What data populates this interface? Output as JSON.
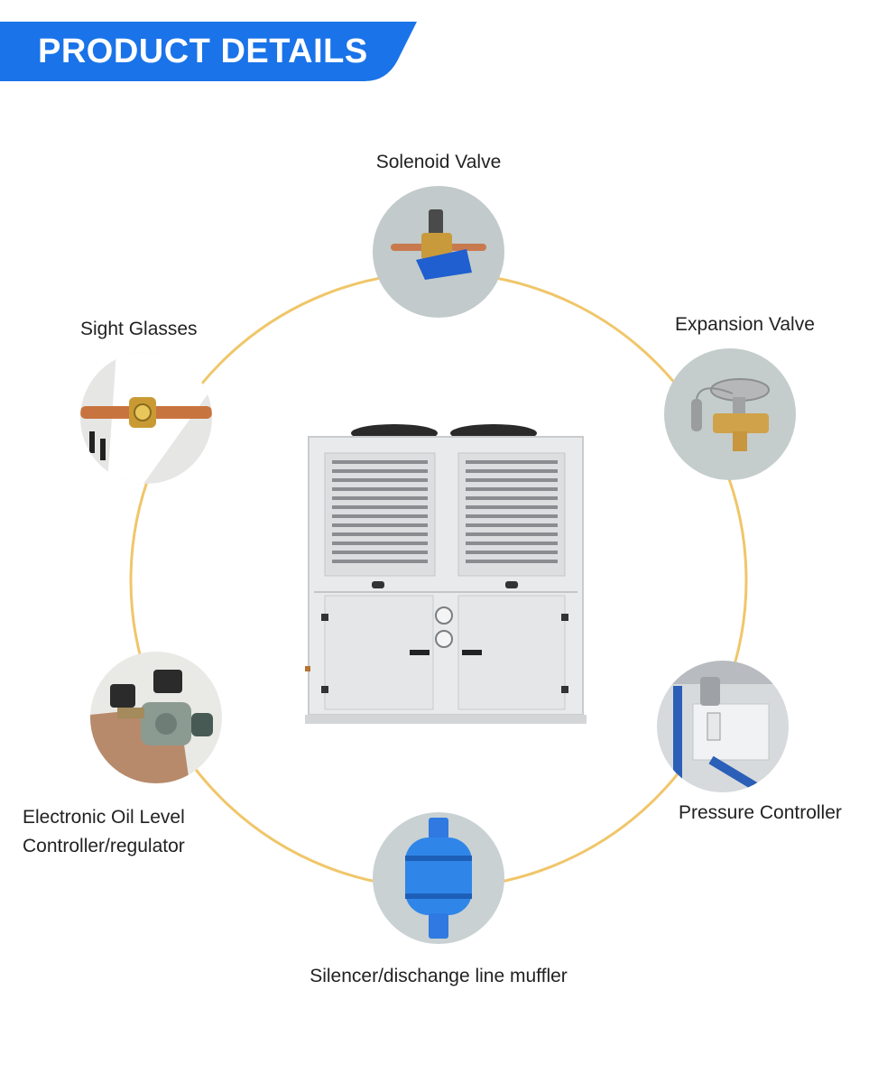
{
  "header": {
    "title": "PRODUCT DETAILS"
  },
  "colors": {
    "brand_blue": "#1a73e8",
    "ring_gold": "#f0c66a",
    "label_text": "#222222"
  },
  "parts": [
    {
      "label": "Solenoid Valve",
      "icon": "solenoid-valve-photo"
    },
    {
      "label": "Expansion Valve",
      "icon": "expansion-valve-photo"
    },
    {
      "label": "Pressure Controller",
      "icon": "pressure-controller-photo"
    },
    {
      "label": "Silencer/dischange line muffler",
      "icon": "muffler-photo"
    },
    {
      "label_line1": "Electronic Oil Level",
      "label_line2": "Controller/regulator",
      "icon": "oil-level-controller-photo"
    },
    {
      "label": "Sight Glasses",
      "icon": "sight-glass-photo"
    }
  ],
  "center": {
    "icon": "condensing-unit-photo"
  }
}
